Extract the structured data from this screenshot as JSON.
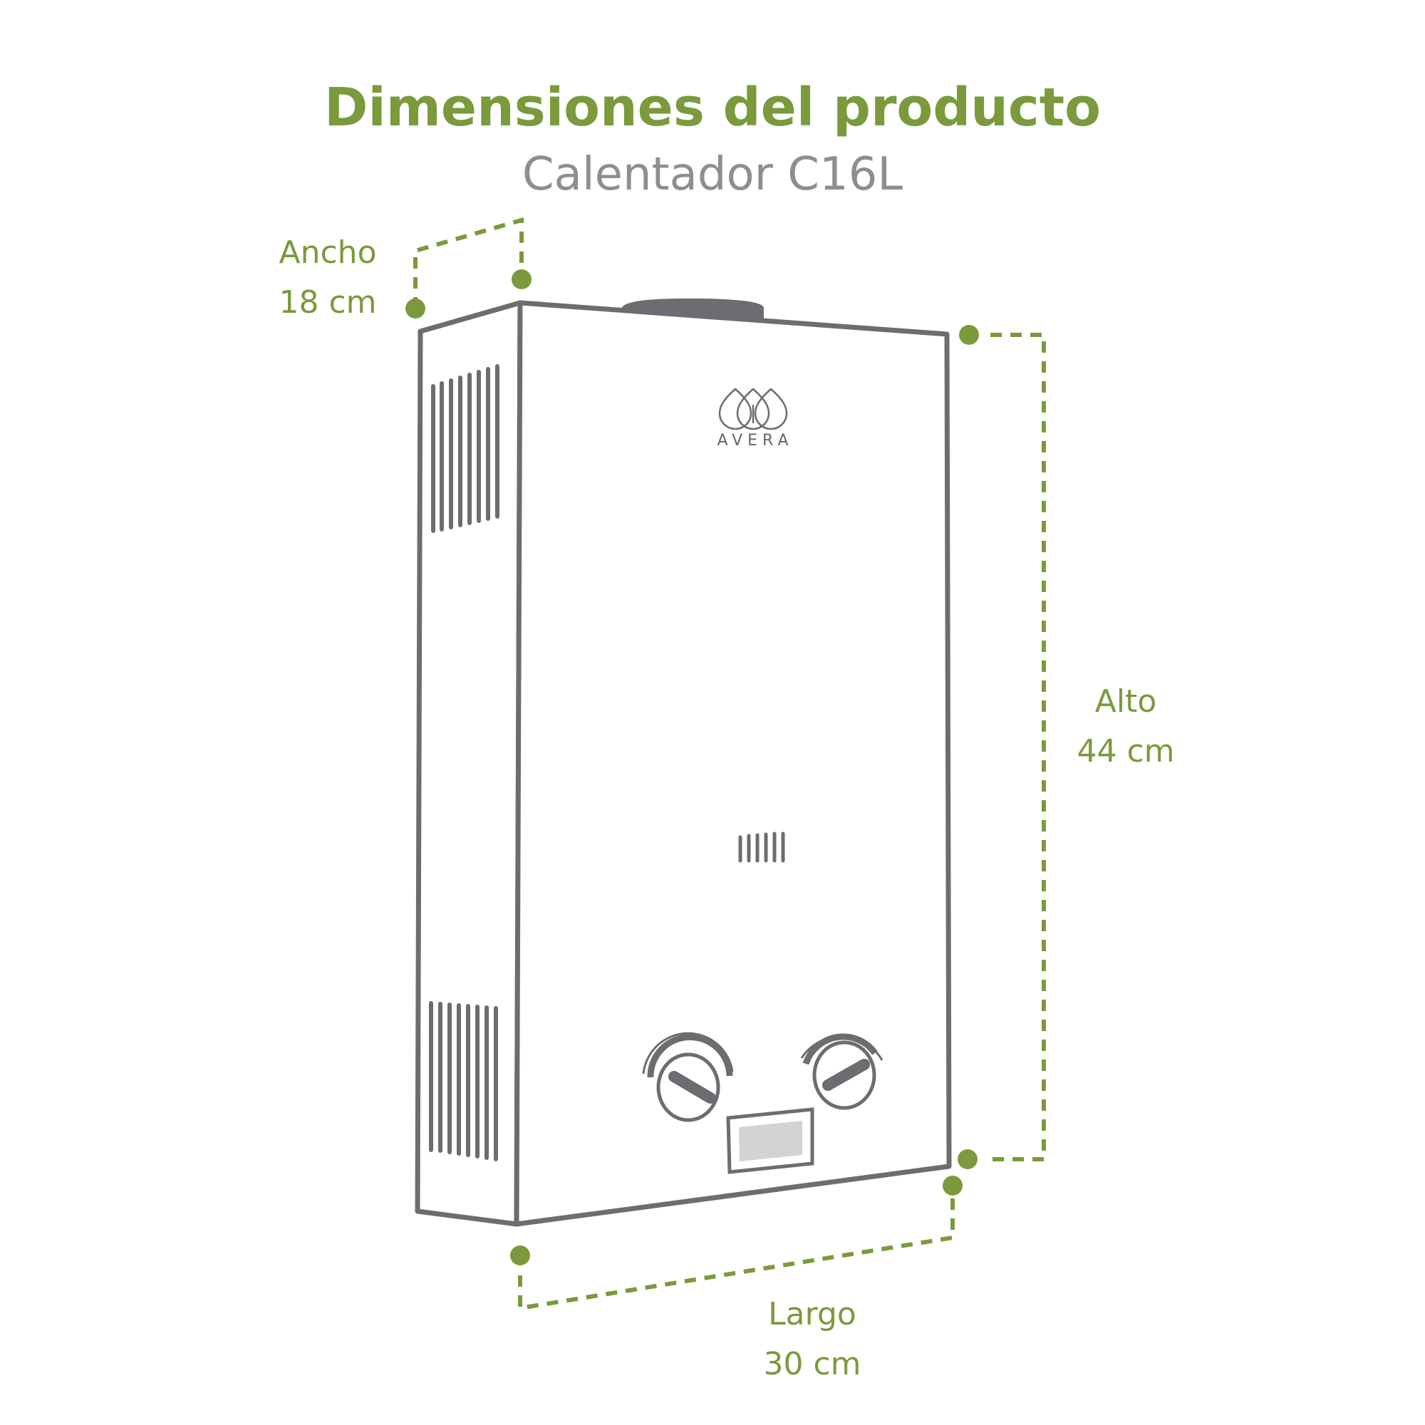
{
  "header": {
    "title": "Dimensiones del producto",
    "subtitle": "Calentador C16L"
  },
  "brand": {
    "name": "AVERA",
    "logo_icon": "three-drops-logo-icon"
  },
  "dimensions": {
    "ancho": {
      "label": "Ancho",
      "value": "18 cm"
    },
    "alto": {
      "label": "Alto",
      "value": "44 cm"
    },
    "largo": {
      "label": "Largo",
      "value": "30 cm"
    }
  },
  "colors": {
    "accent_green": "#7a9a3c",
    "outline_gray": "#6d6c70",
    "subtitle_gray": "#8e8e8e",
    "window_gray": "#d3d3d3"
  }
}
